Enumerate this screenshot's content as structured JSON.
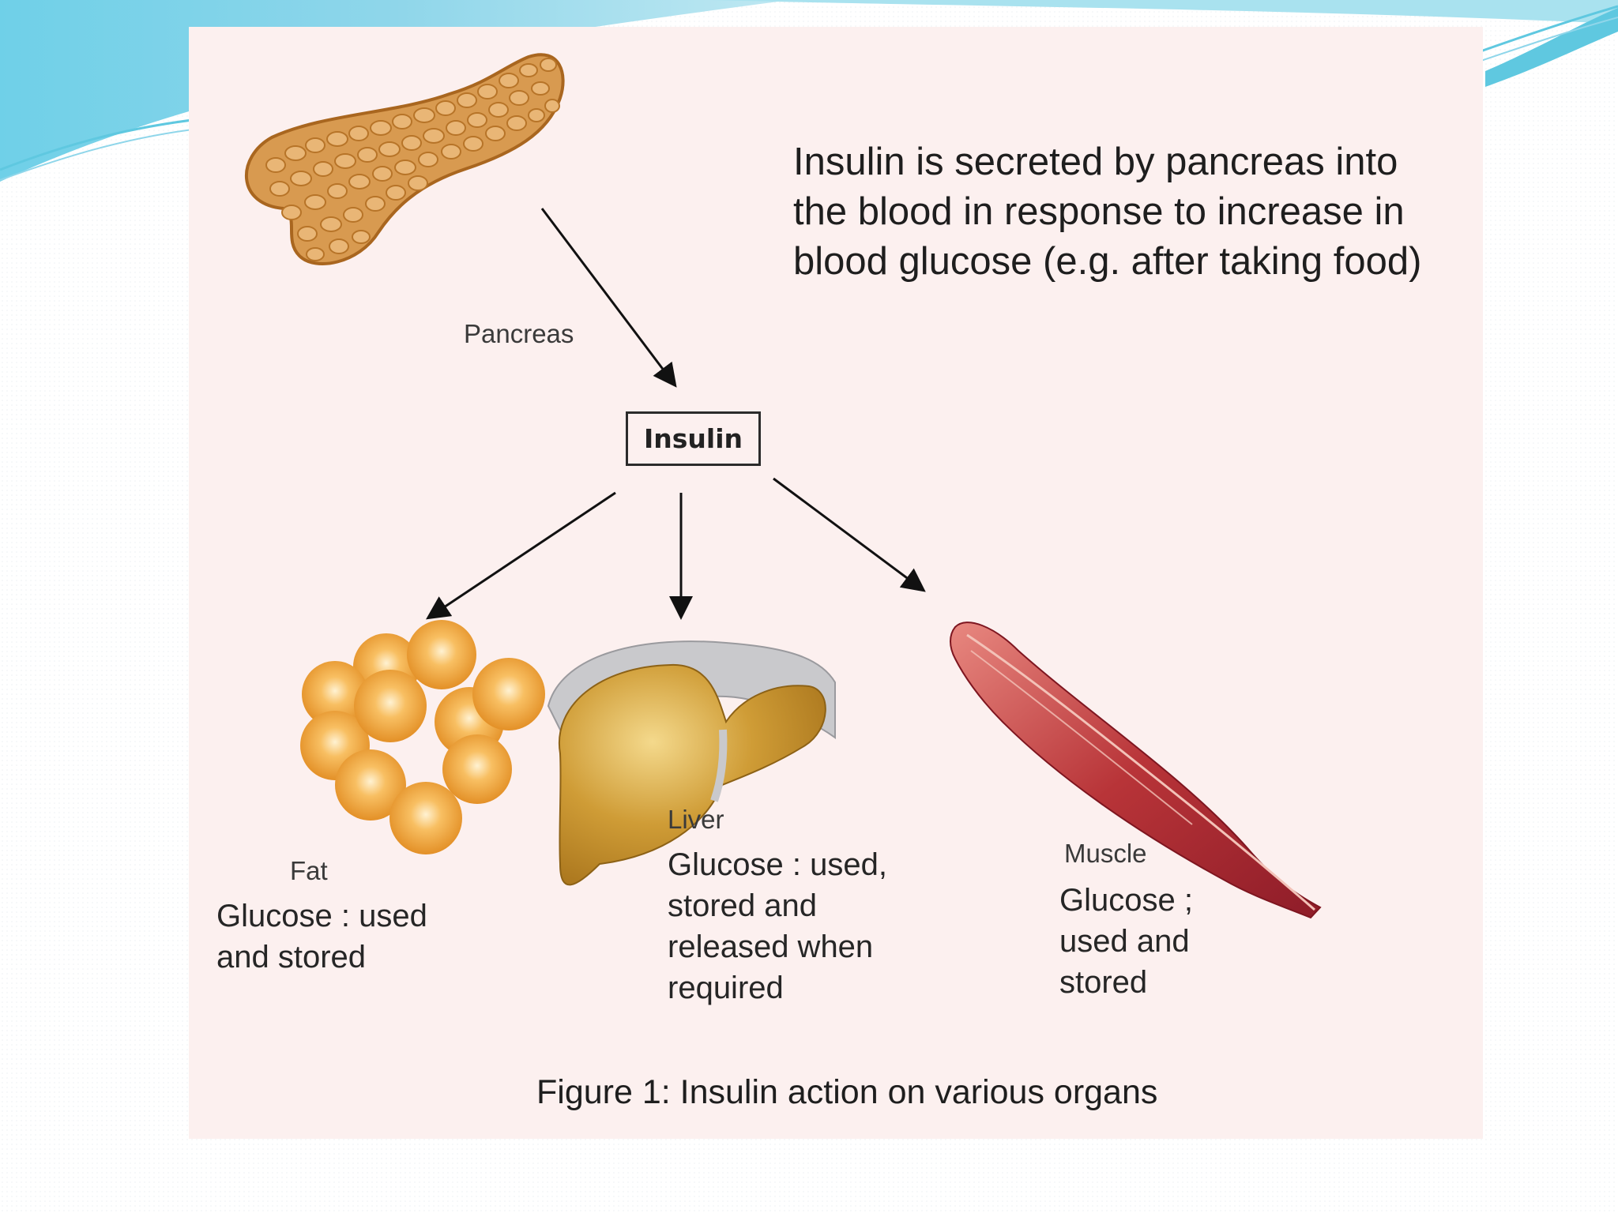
{
  "description": {
    "lines": [
      "Insulin is secreted by pancreas into",
      "the blood in response to increase in",
      "blood glucose (e.g. after taking food)"
    ]
  },
  "pancreas": {
    "label": "Pancreas"
  },
  "insulin": {
    "label": "Insulin"
  },
  "fat": {
    "label": "Fat",
    "lines": [
      "Glucose : used",
      "and stored"
    ]
  },
  "liver": {
    "label": "Liver",
    "lines": [
      "Glucose : used,",
      "stored and",
      "released when",
      "required"
    ]
  },
  "muscle": {
    "label": "Muscle",
    "lines": [
      "Glucose ;",
      "used and",
      "stored"
    ]
  },
  "caption": "Figure 1: Insulin action on various organs",
  "colors": {
    "panel": "#fcf0ef",
    "pancreas": "#d4954a",
    "fat": "#f0a640",
    "liver": "#c9942e",
    "muscle": "#b8323a",
    "slide_accent": "#5fc8e0"
  }
}
